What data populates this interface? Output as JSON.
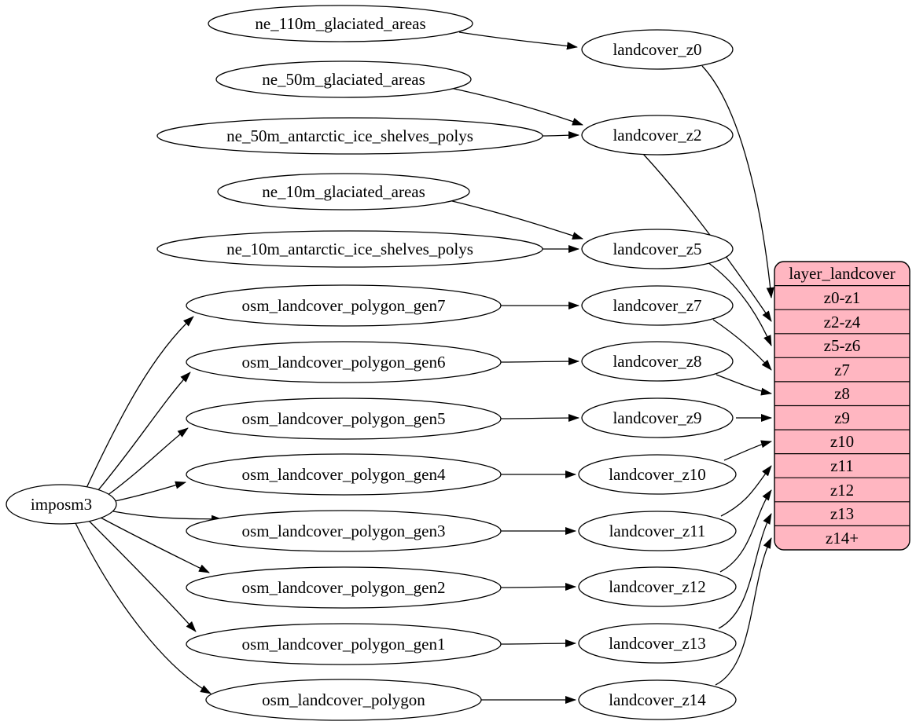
{
  "graph": {
    "importer": {
      "label": "imposm3"
    },
    "left": [
      {
        "label": "ne_110m_glaciated_areas"
      },
      {
        "label": "ne_50m_glaciated_areas"
      },
      {
        "label": "ne_50m_antarctic_ice_shelves_polys"
      },
      {
        "label": "ne_10m_glaciated_areas"
      },
      {
        "label": "ne_10m_antarctic_ice_shelves_polys"
      },
      {
        "label": "osm_landcover_polygon_gen7"
      },
      {
        "label": "osm_landcover_polygon_gen6"
      },
      {
        "label": "osm_landcover_polygon_gen5"
      },
      {
        "label": "osm_landcover_polygon_gen4"
      },
      {
        "label": "osm_landcover_polygon_gen3"
      },
      {
        "label": "osm_landcover_polygon_gen2"
      },
      {
        "label": "osm_landcover_polygon_gen1"
      },
      {
        "label": "osm_landcover_polygon"
      }
    ],
    "middle": [
      {
        "label": "landcover_z0"
      },
      {
        "label": "landcover_z2"
      },
      {
        "label": "landcover_z5"
      },
      {
        "label": "landcover_z7"
      },
      {
        "label": "landcover_z8"
      },
      {
        "label": "landcover_z9"
      },
      {
        "label": "landcover_z10"
      },
      {
        "label": "landcover_z11"
      },
      {
        "label": "landcover_z12"
      },
      {
        "label": "landcover_z13"
      },
      {
        "label": "landcover_z14"
      }
    ],
    "record": {
      "title": "layer_landcover",
      "rows": [
        "z0-z1",
        "z2-z4",
        "z5-z6",
        "z7",
        "z8",
        "z9",
        "z10",
        "z11",
        "z12",
        "z13",
        "z14+"
      ],
      "fill": "#ffb6c1",
      "stroke": "#000000"
    },
    "edges": [
      "imposm3 -> osm_landcover_polygon_gen7",
      "imposm3 -> osm_landcover_polygon_gen6",
      "imposm3 -> osm_landcover_polygon_gen5",
      "imposm3 -> osm_landcover_polygon_gen4",
      "imposm3 -> osm_landcover_polygon_gen3",
      "imposm3 -> osm_landcover_polygon_gen2",
      "imposm3 -> osm_landcover_polygon_gen1",
      "imposm3 -> osm_landcover_polygon",
      "ne_110m_glaciated_areas -> landcover_z0",
      "ne_50m_glaciated_areas -> landcover_z2",
      "ne_50m_antarctic_ice_shelves_polys -> landcover_z2",
      "ne_10m_glaciated_areas -> landcover_z5",
      "ne_10m_antarctic_ice_shelves_polys -> landcover_z5",
      "osm_landcover_polygon_gen7 -> landcover_z7",
      "osm_landcover_polygon_gen6 -> landcover_z8",
      "osm_landcover_polygon_gen5 -> landcover_z9",
      "osm_landcover_polygon_gen4 -> landcover_z10",
      "osm_landcover_polygon_gen3 -> landcover_z11",
      "osm_landcover_polygon_gen2 -> landcover_z12",
      "osm_landcover_polygon_gen1 -> landcover_z13",
      "osm_landcover_polygon -> landcover_z14",
      "landcover_z0 -> layer_landcover:z0-z1",
      "landcover_z2 -> layer_landcover:z2-z4",
      "landcover_z5 -> layer_landcover:z5-z6",
      "landcover_z7 -> layer_landcover:z7",
      "landcover_z8 -> layer_landcover:z8",
      "landcover_z9 -> layer_landcover:z9",
      "landcover_z10 -> layer_landcover:z10",
      "landcover_z11 -> layer_landcover:z11",
      "landcover_z12 -> layer_landcover:z12",
      "landcover_z13 -> layer_landcover:z13",
      "landcover_z14 -> layer_landcover:z14+"
    ]
  }
}
